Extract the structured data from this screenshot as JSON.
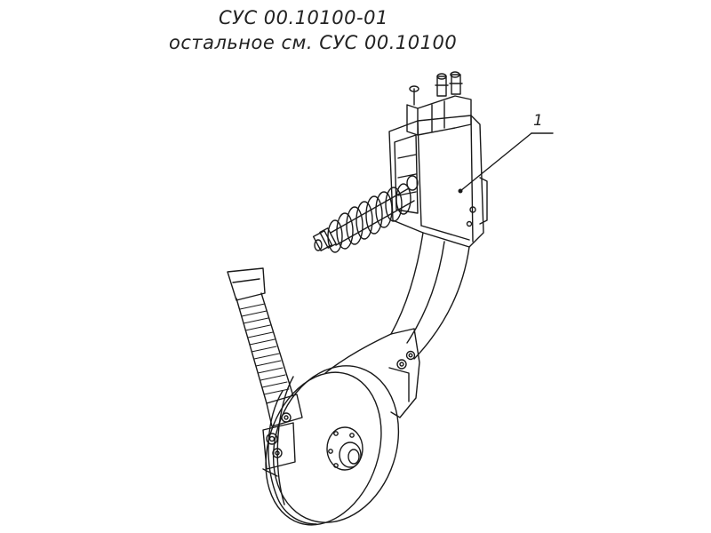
{
  "title": {
    "line1": "СУС 00.10100-01",
    "line2": "остальное см. СУС 00.10100"
  },
  "callouts": [
    {
      "label": "1"
    }
  ],
  "colors": {
    "line": "#1a1a1a",
    "background": "#ffffff"
  }
}
